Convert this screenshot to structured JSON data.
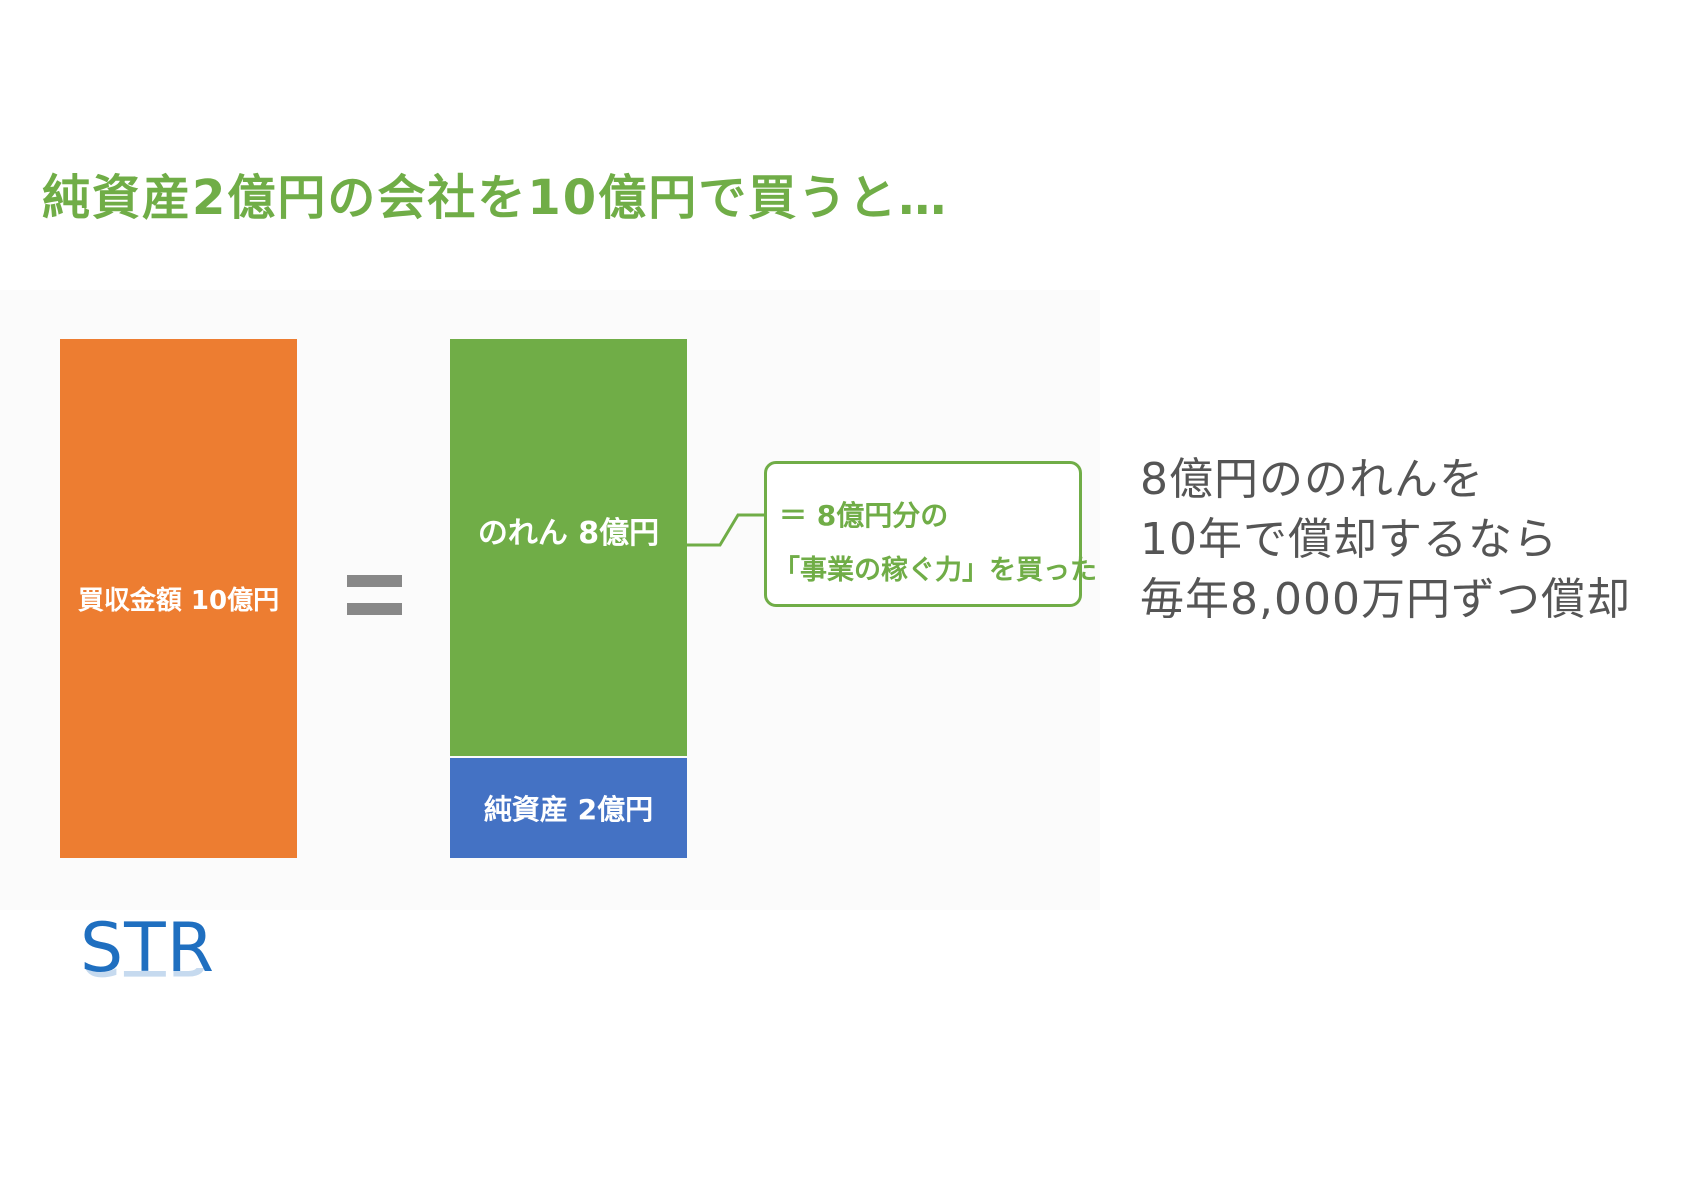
{
  "title": "純資産2億円の会社を10億円で買うと…",
  "blocks": {
    "purchase_price": "買収金額 10億円",
    "goodwill": "のれん 8億円",
    "net_assets": "純資産 2億円"
  },
  "callout": {
    "line1": "＝ 8億円分の",
    "line2": "「事業の稼ぐ力」を買った"
  },
  "note": {
    "lines": [
      "8億円ののれんを",
      "10年で償却するなら",
      "毎年8,000万円ずつ償却"
    ]
  },
  "logo": "STR",
  "colors": {
    "title": "#70ad47",
    "purchase_price": "#ed7d31",
    "goodwill": "#70ad47",
    "net_assets": "#4472c4",
    "equals": "#888888",
    "note_text": "#555555",
    "logo": "#1f6fc0"
  }
}
